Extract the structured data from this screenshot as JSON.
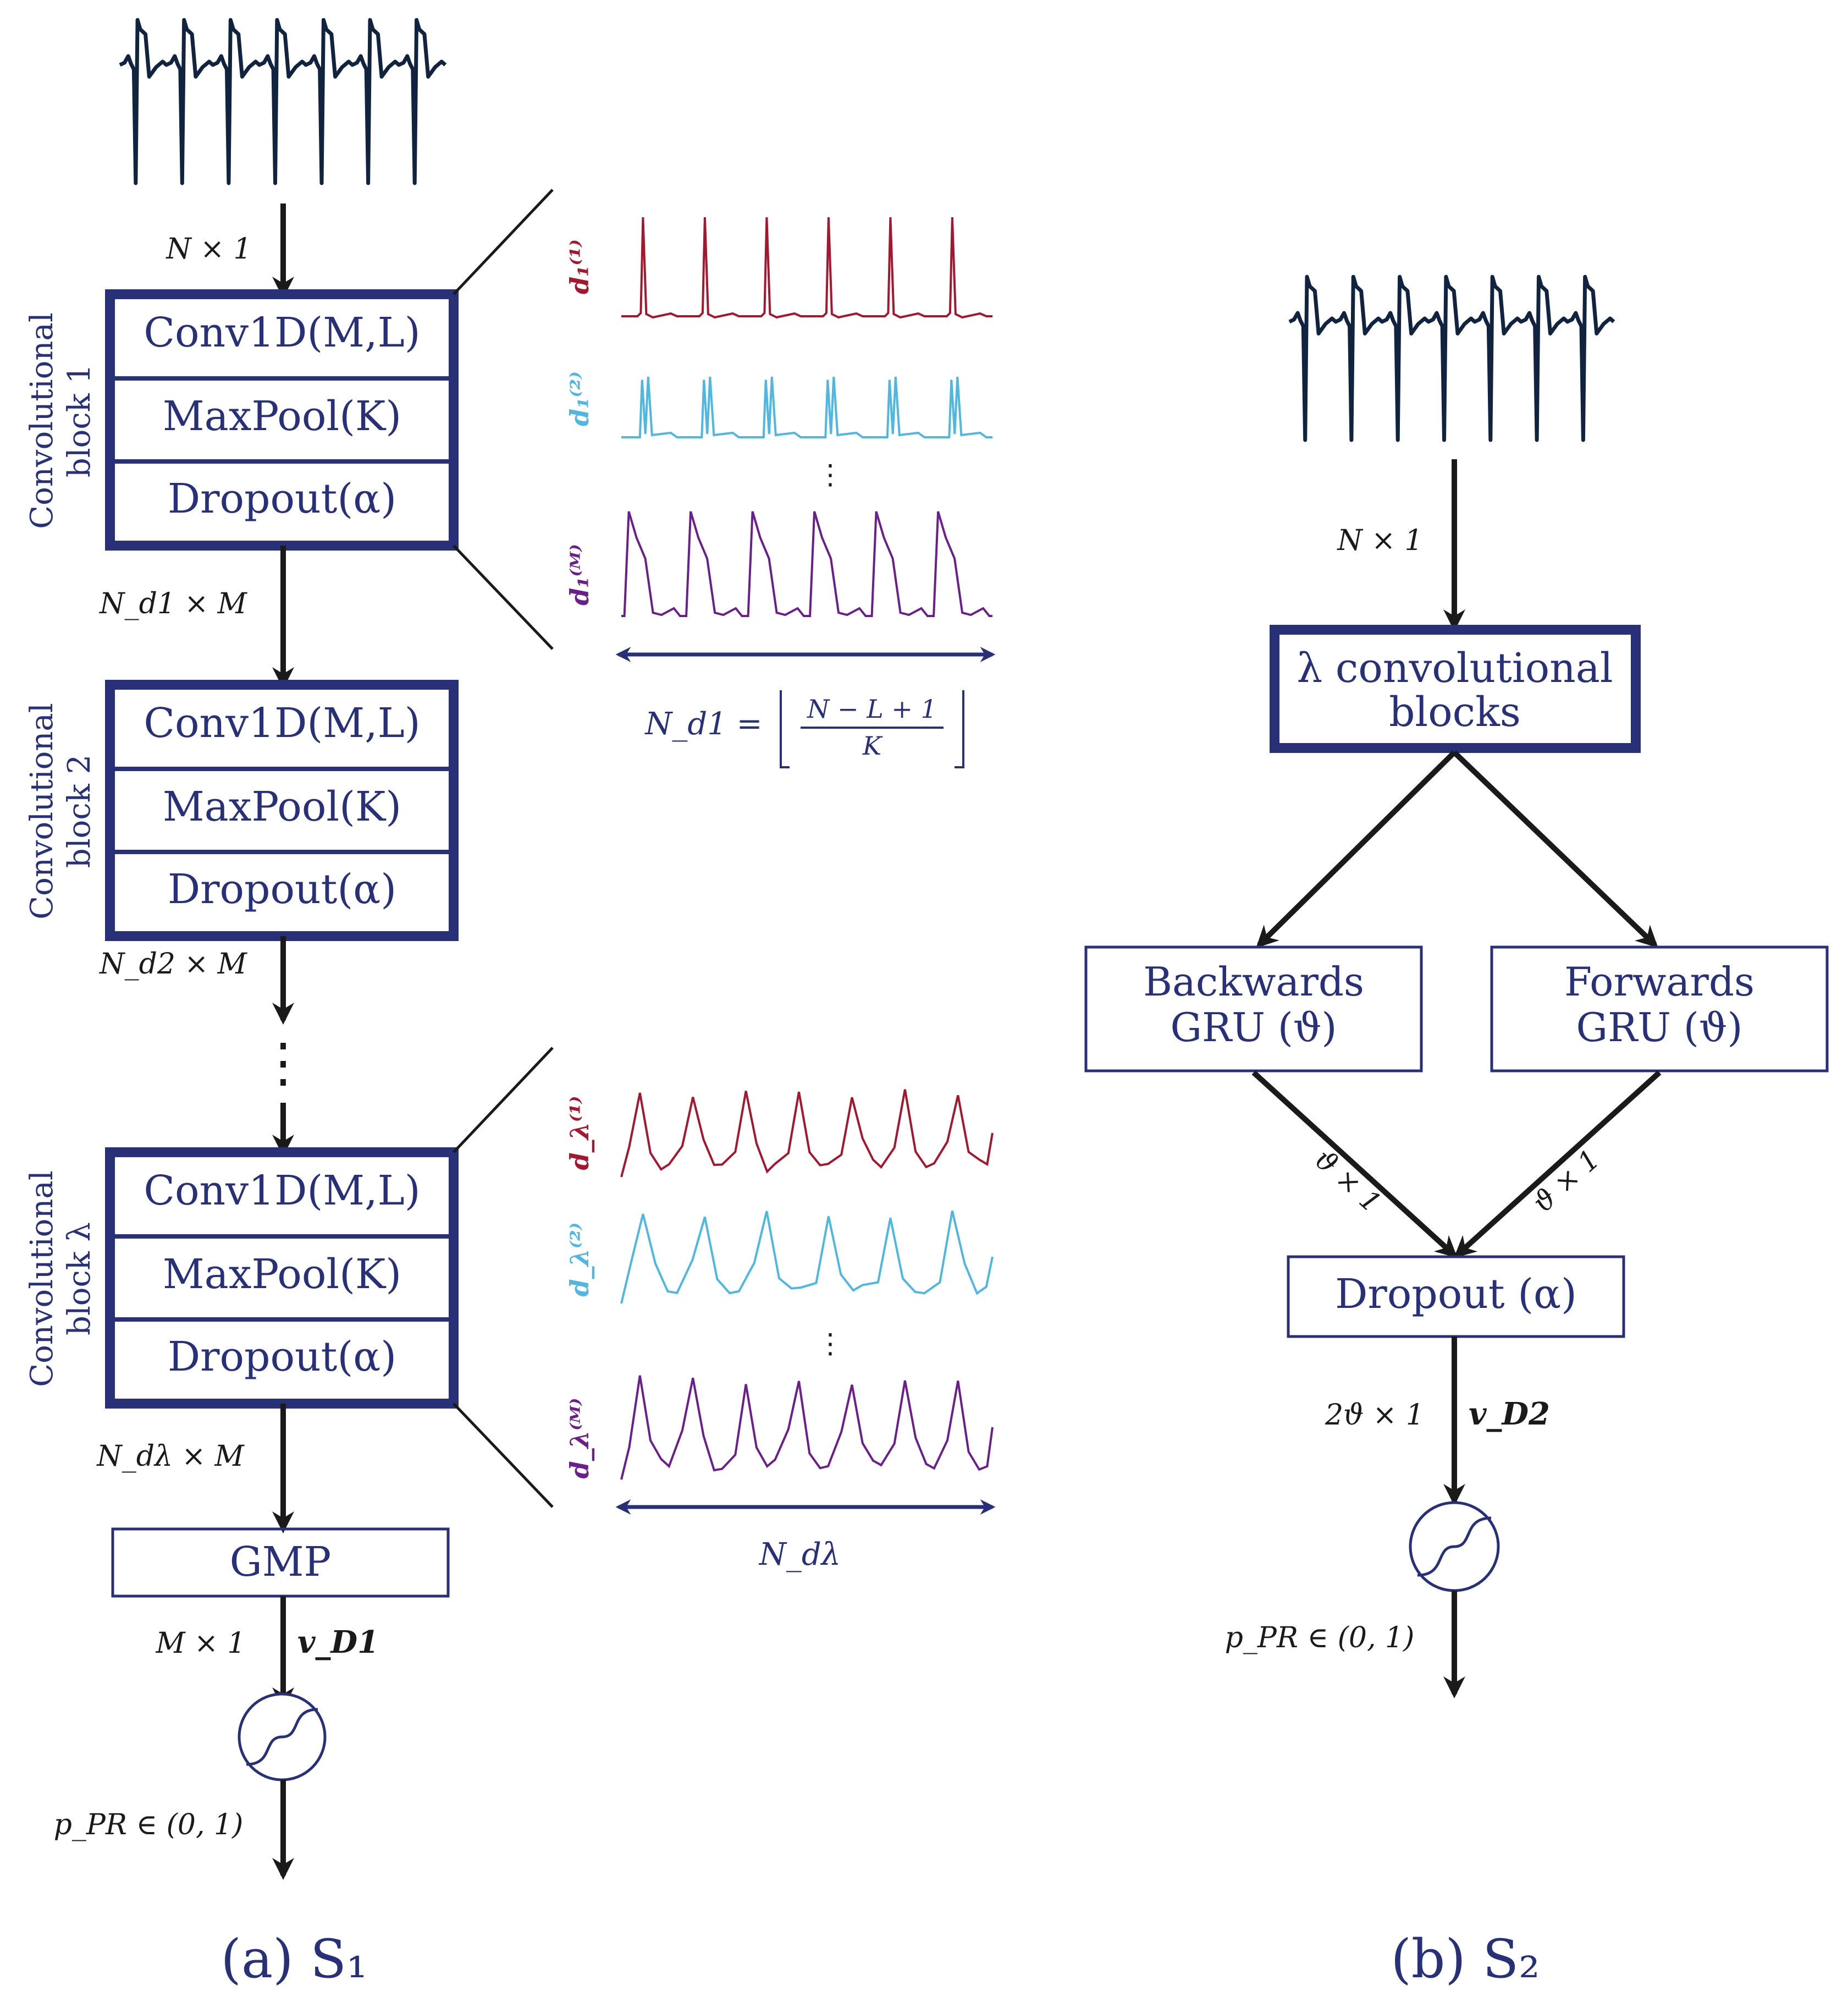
{
  "colors": {
    "navy": "#283178",
    "arrow": "#1a1a1a",
    "ecg": "#10233f",
    "red": "#a3182f",
    "cyan": "#4fb7e0",
    "purple": "#6a1f8a"
  },
  "icons": {
    "ecg_input": "ecg-waveform-icon",
    "sigmoid": "sigmoid-activation-icon"
  },
  "panel_a": {
    "caption": "(a) S₁",
    "input_dim": "N × 1",
    "blocks": [
      {
        "title_line1": "Convolutional",
        "title_line2": "block 1",
        "layers": [
          "Conv1D(M,L)",
          "MaxPool(K)",
          "Dropout(α)"
        ]
      },
      {
        "title_line1": "Convolutional",
        "title_line2": "block 2",
        "layers": [
          "Conv1D(M,L)",
          "MaxPool(K)",
          "Dropout(α)"
        ]
      },
      {
        "title_line1": "Convolutional",
        "title_line2": "block λ",
        "layers": [
          "Conv1D(M,L)",
          "MaxPool(K)",
          "Dropout(α)"
        ]
      }
    ],
    "dims": [
      "N_d1 × M",
      "N_d2 × M",
      "N_dλ × M"
    ],
    "dots": "⋮",
    "gmp": "GMP",
    "gmp_dim": "M × 1",
    "vector": "v_D1",
    "output": "p_PR ∈ (0, 1)",
    "feature_maps_1": {
      "labels": [
        "d₁⁽¹⁾",
        "d₁⁽²⁾",
        "d₁⁽ᴹ⁾"
      ],
      "dots": "⋮",
      "length": "N_d1",
      "formula_lhs": "N_d1 =",
      "formula_num": "N − L + 1",
      "formula_den": "K"
    },
    "feature_maps_lambda": {
      "labels": [
        "d_λ⁽¹⁾",
        "d_λ⁽²⁾",
        "d_λ⁽ᴹ⁾"
      ],
      "dots": "⋮",
      "length": "N_dλ"
    }
  },
  "panel_b": {
    "caption": "(b) S₂",
    "input_dim": "N × 1",
    "conv_line1": "λ convolutional",
    "conv_line2": "blocks",
    "backward_line1": "Backwards",
    "backward_line2": "GRU (ϑ)",
    "forward_line1": "Forwards",
    "forward_line2": "GRU (ϑ)",
    "gru_dim_left": "ϑ × 1",
    "gru_dim_right": "ϑ × 1",
    "dropout": "Dropout (α)",
    "dropout_dim": "2ϑ × 1",
    "vector": "v_D2",
    "output": "p_PR ∈ (0, 1)"
  }
}
